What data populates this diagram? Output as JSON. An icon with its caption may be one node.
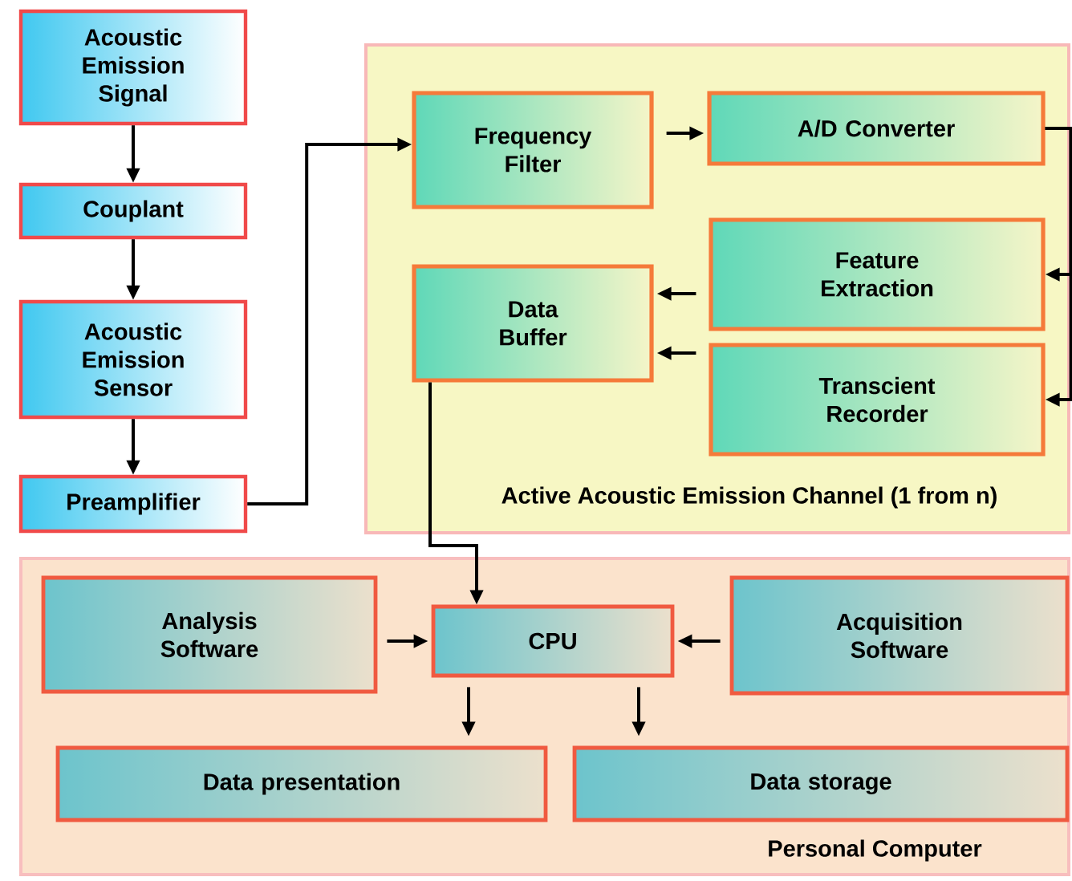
{
  "diagram": {
    "nodes": [
      {
        "text": [
          "Acoustic Emission Signal"
        ]
      },
      {
        "text": [
          "Couplant"
        ]
      },
      {
        "text": [
          "Acoustic Emission Sensor"
        ]
      },
      {
        "text": [
          "Preamplifier"
        ]
      },
      {
        "text": [
          "Active Acoustic Emission Channel (1 from n)"
        ]
      },
      {
        "text": [
          "Frequency Filter"
        ],
        "in": 4
      },
      {
        "text": [
          "A/D Converter"
        ],
        "in": 4
      },
      {
        "text": [
          "Feature Extraction"
        ],
        "in": 4
      },
      {
        "text": [
          "Transcient Recorder"
        ],
        "in": 4
      },
      {
        "text": [
          "Data Buffer"
        ],
        "in": 4
      },
      {
        "text": [
          "Personal Computer"
        ]
      },
      {
        "text": [
          "Analysis Software"
        ],
        "in": 10
      },
      {
        "text": [
          "CPU"
        ],
        "in": 10
      },
      {
        "text": [
          "Acquisition Software"
        ],
        "in": 10
      },
      {
        "text": [
          "Data presentation"
        ],
        "in": 10
      },
      {
        "text": [
          "Data storage"
        ],
        "in": 10
      }
    ],
    "edges": [
      {
        "from": 0,
        "to": 1,
        "arrow": "to"
      },
      {
        "from": 1,
        "to": 2,
        "arrow": "to"
      },
      {
        "from": 2,
        "to": 3,
        "arrow": "to"
      },
      {
        "from": 3,
        "to": 5,
        "arrow": "to"
      },
      {
        "from": 5,
        "to": 6,
        "arrow": "to"
      },
      {
        "from": 6,
        "to": 7,
        "arrow": "to"
      },
      {
        "from": 6,
        "to": 8,
        "arrow": "to"
      },
      {
        "from": 7,
        "to": 9,
        "arrow": "to"
      },
      {
        "from": 8,
        "to": 9,
        "arrow": "to"
      },
      {
        "from": 9,
        "to": 12,
        "arrow": "to"
      },
      {
        "from": 11,
        "to": 12,
        "arrow": "to"
      },
      {
        "from": 13,
        "to": 12,
        "arrow": "to"
      },
      {
        "from": 12,
        "to": 14,
        "arrow": "to"
      },
      {
        "from": 12,
        "to": 15,
        "arrow": "to"
      }
    ]
  }
}
